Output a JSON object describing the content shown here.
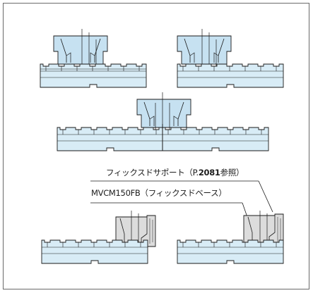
{
  "figure": {
    "callouts": [
      {
        "segments": [
          {
            "text": "フィックスドサポート（P.",
            "bold": false
          },
          {
            "text": "2081",
            "bold": true
          },
          {
            "text": "参照）",
            "bold": false
          }
        ]
      },
      {
        "segments": [
          {
            "text": "MVCM150FB（フィックスドベース）",
            "bold": false
          }
        ]
      }
    ],
    "colors": {
      "rail": "#d8ecf6",
      "vise_jaw": "#c6e1f1",
      "fixed_part": "#dcdcdc",
      "outline": "#1a1a1a",
      "frame": "#6a6a6a"
    },
    "icons": [
      "vise-jaw-icon",
      "fixed-support-icon",
      "slotted-rail-icon"
    ]
  }
}
